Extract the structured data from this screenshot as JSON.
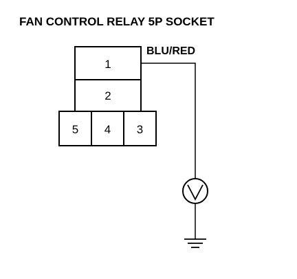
{
  "title": "FAN CONTROL RELAY 5P SOCKET",
  "wire_label": "BLU/RED",
  "pins": [
    {
      "label": "1"
    },
    {
      "label": "2"
    },
    {
      "label": "5"
    },
    {
      "label": "4"
    },
    {
      "label": "3"
    }
  ],
  "icons": {
    "meter": "voltmeter-icon",
    "ground": "ground-icon"
  }
}
